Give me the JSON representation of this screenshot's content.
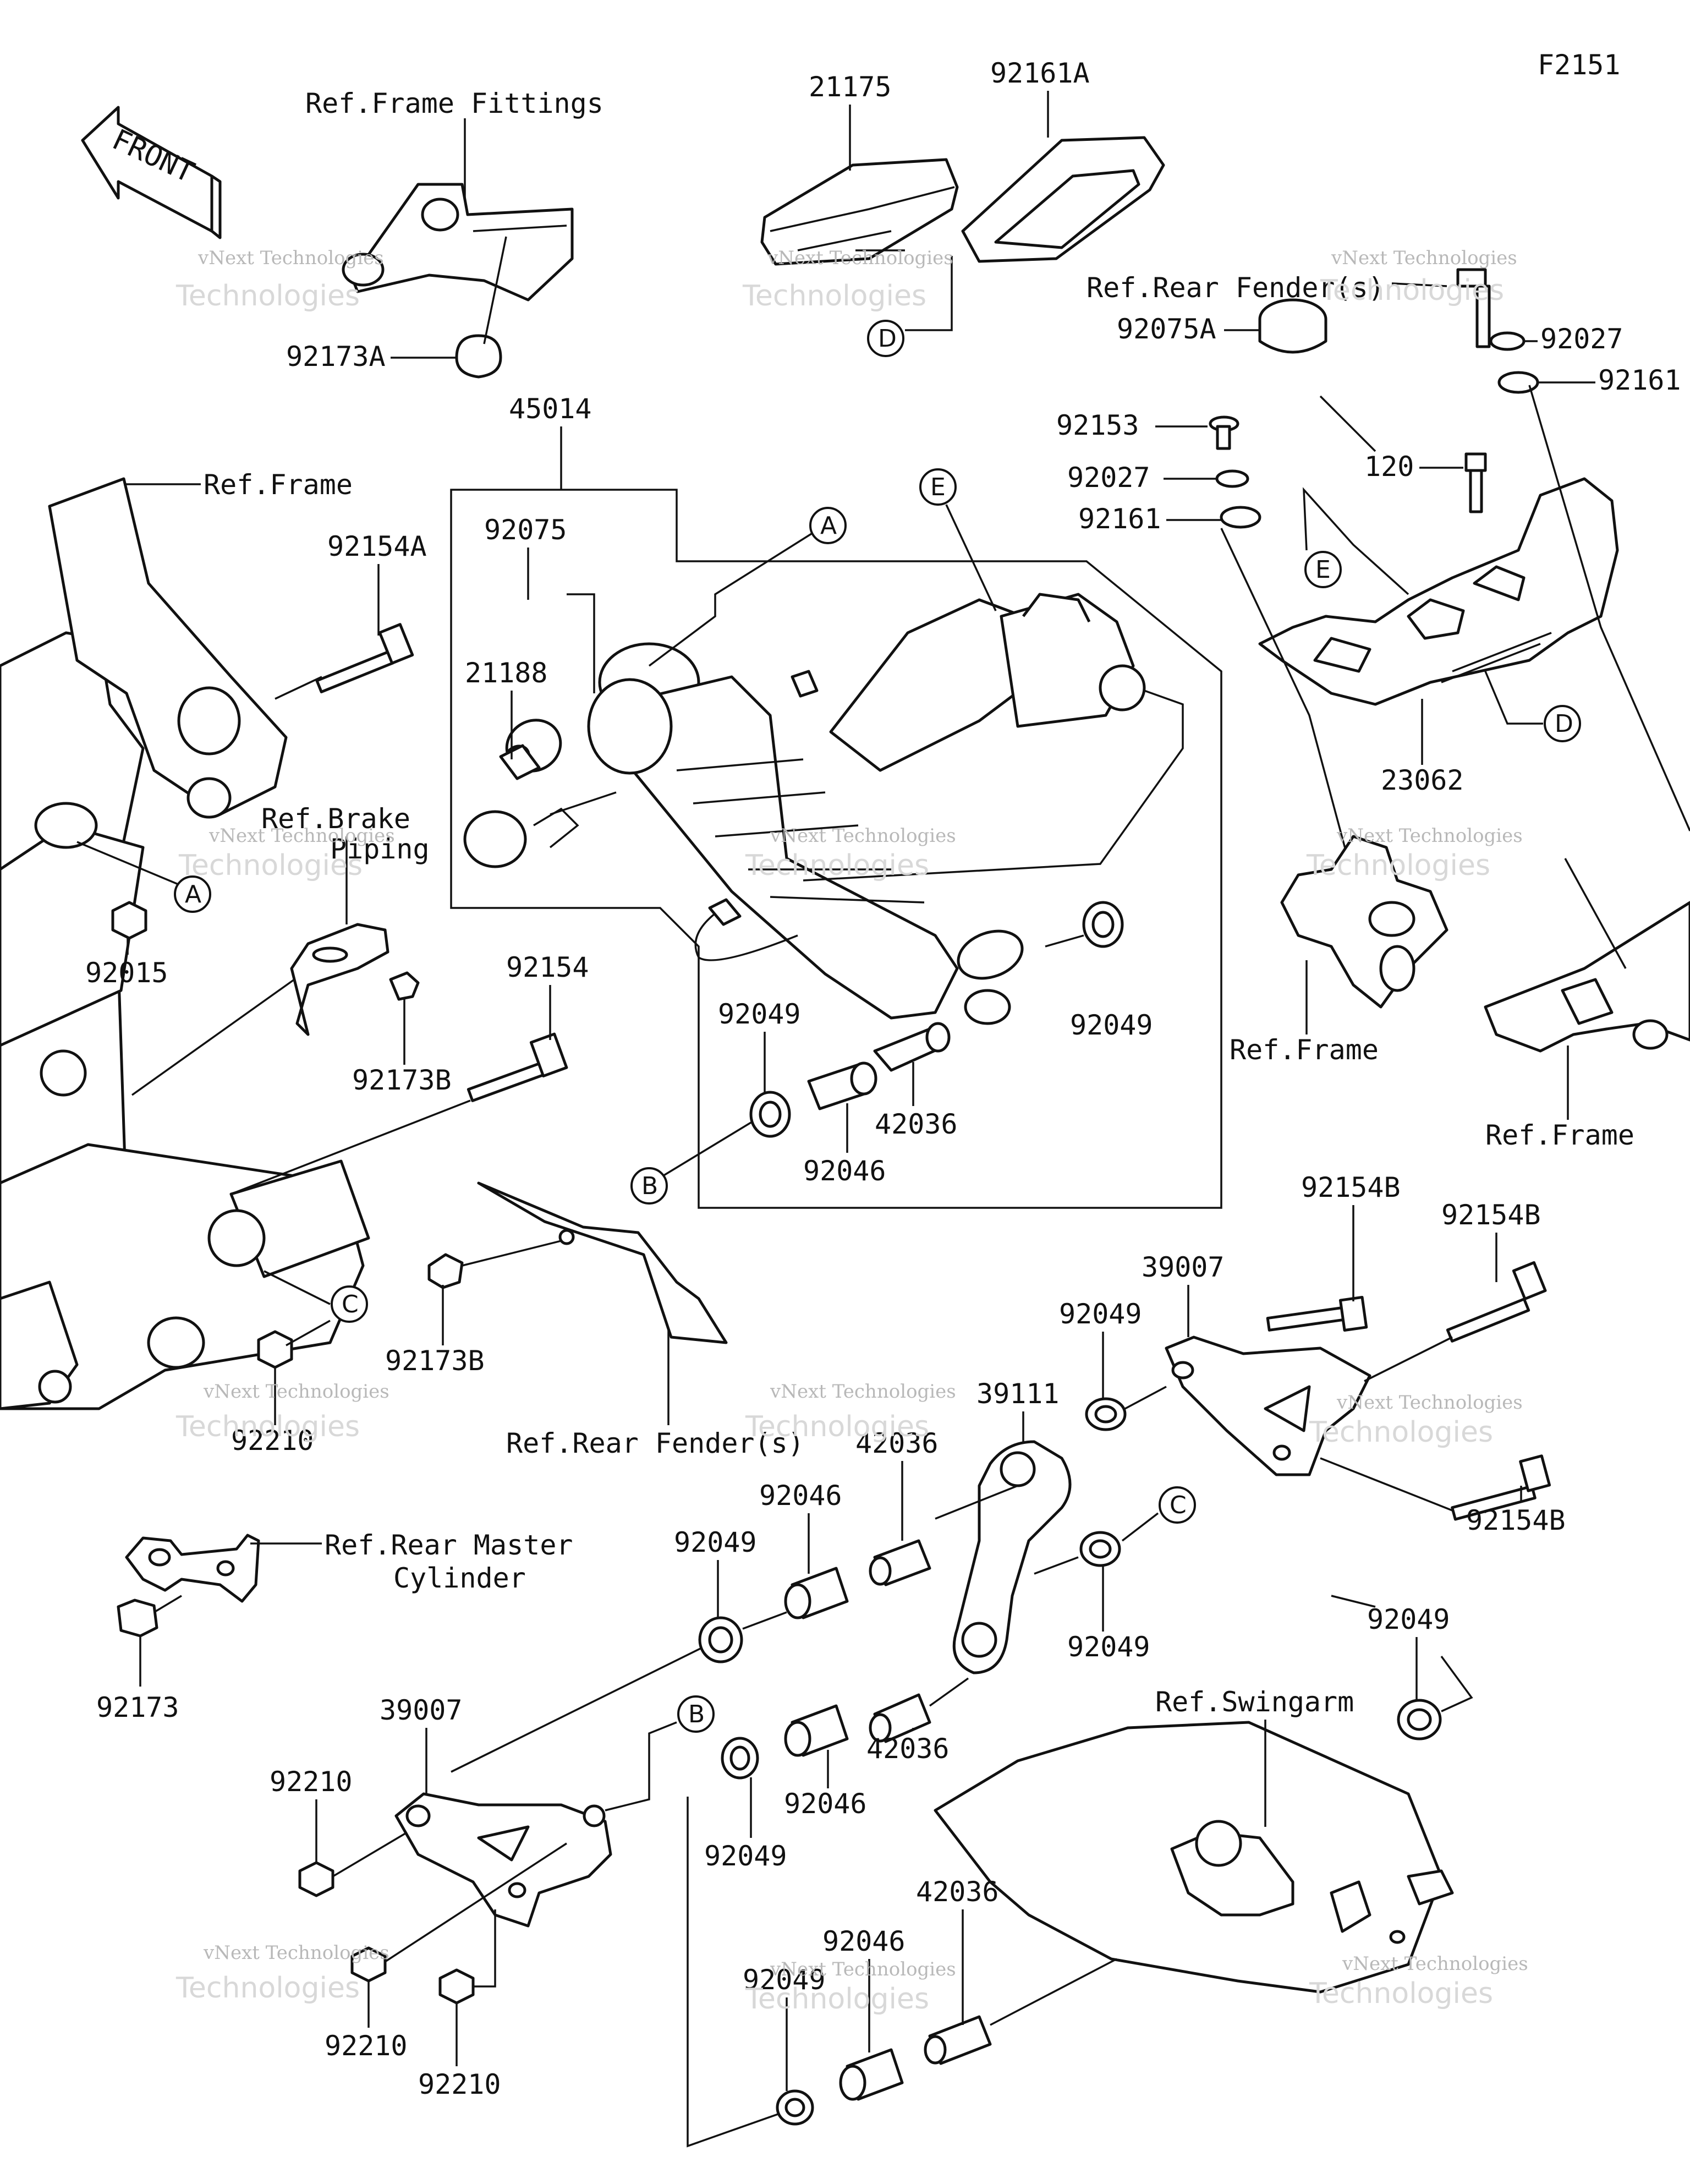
{
  "figure_code": "F2151",
  "front_arrow": "FRONT",
  "watermark": {
    "line1": "vNext Technologies",
    "line2": "vNext",
    "line3": "Technologies"
  },
  "refs": {
    "frame_fittings": "Ref.Frame Fittings",
    "frame_left": "Ref.Frame",
    "brake_piping_1": "Ref.Brake",
    "brake_piping_2": "Piping",
    "rear_fender_top": "Ref.Rear Fender(s)",
    "rear_fender_mid": "Ref.Rear Fender(s)",
    "frame_right_1": "Ref.Frame",
    "frame_right_2": "Ref.Frame",
    "rear_master_1": "Ref.Rear Master",
    "rear_master_2": "Cylinder",
    "swingarm": "Ref.Swingarm"
  },
  "callouts": {
    "A": "A",
    "B": "B",
    "C": "C",
    "D": "D",
    "E": "E"
  },
  "parts": {
    "p21175": "21175",
    "p92161A": "92161A",
    "p92173A": "92173A",
    "p45014": "45014",
    "p92075": "92075",
    "p21188": "21188",
    "p92154A": "92154A",
    "p92015": "92015",
    "p92173B_a": "92173B",
    "p92154": "92154",
    "p92049_a": "92049",
    "p92046_a": "92046",
    "p42036_a": "42036",
    "p92049_b": "92049",
    "p92027_a": "92027",
    "p92161_a": "92161",
    "p92075A": "92075A",
    "p92153": "92153",
    "p92027_b": "92027",
    "p92161_b": "92161",
    "p120": "120",
    "p23062": "23062",
    "p92154B_a": "92154B",
    "p92154B_b": "92154B",
    "p92154B_c": "92154B",
    "p39007_a": "39007",
    "p92049_c": "92049",
    "p39111": "39111",
    "p42036_b": "42036",
    "p92046_b": "92046",
    "p92049_d": "92049",
    "p92049_e": "92049",
    "p92049_f": "92049",
    "p92210_a": "92210",
    "p92173B_b": "92173B",
    "p92173": "92173",
    "p39007_b": "39007",
    "p92210_b": "92210",
    "p92210_c": "92210",
    "p92210_d": "92210",
    "p42036_c": "42036",
    "p92046_c": "92046",
    "p92049_g": "92049",
    "p42036_d": "42036",
    "p92046_d": "92046",
    "p92049_h": "92049"
  }
}
